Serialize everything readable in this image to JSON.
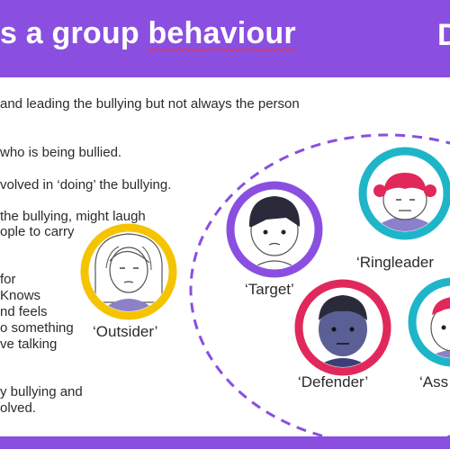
{
  "header": {
    "title_part1": "s a group ",
    "title_part2": "behaviour",
    "title_right": "D"
  },
  "text_lines": [
    "and leading the bullying but not always the person",
    "who is being bullied.",
    "volved in ‘doing’ the bullying.",
    "the bullying, might laugh",
    "ople to carry",
    "for",
    "Knows",
    "nd feels",
    "o something",
    "ve talking",
    "y bullying and",
    "olved."
  ],
  "roles": {
    "outsider": "‘Outsider’",
    "target": "‘Target’",
    "ringleader": "‘Ringleader",
    "defender": "‘Defender’",
    "assistant": "‘Ass"
  },
  "colors": {
    "header": "#8a4fe0",
    "outsider_ring": "#f5c400",
    "target_ring": "#8a4fe0",
    "ringleader_ring": "#1fb5c9",
    "defender_ring": "#e0295a",
    "assistant_ring": "#1fb5c9",
    "dashed_ellipse": "#8a4fe0"
  },
  "icons": [
    "outsider-avatar-icon",
    "target-avatar-icon",
    "ringleader-avatar-icon",
    "defender-avatar-icon",
    "assistant-avatar-icon"
  ]
}
